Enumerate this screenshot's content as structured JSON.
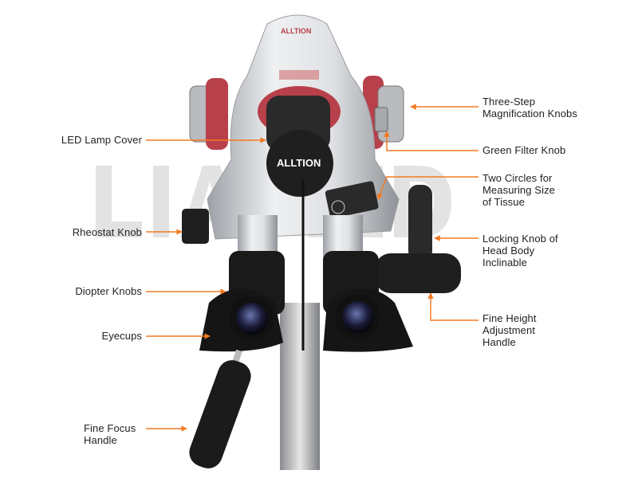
{
  "watermark": "LIAMED",
  "brand": {
    "top_logo": "ALLTION",
    "lamp_cap_logo": "ALLTION"
  },
  "colors": {
    "callout": "#f47a20",
    "body_silver": "#c9cbcf",
    "accent_red": "#b8404a",
    "rubber_black": "#1c1c1c"
  },
  "labels": {
    "three_step": [
      "Three-Step",
      "Magnification Knobs"
    ],
    "green_filter": [
      "Green Filter Knob"
    ],
    "two_circles": [
      "Two Circles for",
      "Measuring Size",
      "of Tissue"
    ],
    "locking_knob": [
      "Locking Knob of",
      "Head Body",
      "Inclinable"
    ],
    "fine_height": [
      "Fine Height",
      "Adjustment",
      "Handle"
    ],
    "led_lamp": [
      "LED Lamp Cover"
    ],
    "rheostat": [
      "Rheostat Knob"
    ],
    "diopter": [
      "Diopter Knobs"
    ],
    "eyecups": [
      "Eyecups"
    ],
    "fine_focus": [
      "Fine Focus",
      "Handle"
    ]
  }
}
